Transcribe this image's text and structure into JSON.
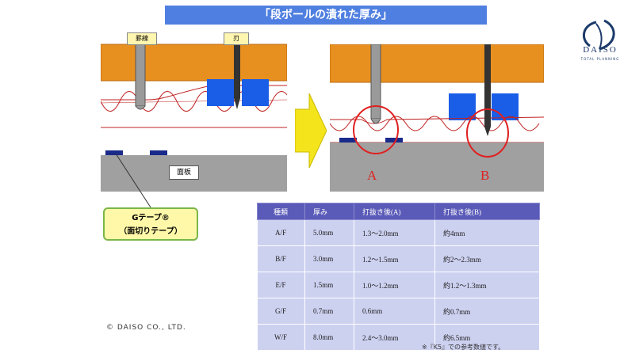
{
  "title": "「段ボールの潰れた厚み」",
  "logo": {
    "text": "DAISO",
    "sub": "TOTAL PLANNING"
  },
  "left_diagram": {
    "label_keisen": "罫線",
    "label_blade": "刃",
    "label_plate": "面板"
  },
  "right_diagram": {
    "label_a": "A",
    "label_b": "B"
  },
  "gtape": {
    "line1": "Gテープ®",
    "line2": "（面切りテープ）"
  },
  "copyright": "© DAISO CO., LTD.",
  "table": {
    "headers": [
      "種類",
      "厚み",
      "打抜き後(A)",
      "打抜き後(B)"
    ],
    "rows": [
      [
        "A/F",
        "5.0mm",
        "1.3〜2.0mm",
        "約4mm"
      ],
      [
        "B/F",
        "3.0mm",
        "1.2〜1.5mm",
        "約2〜2.3mm"
      ],
      [
        "E/F",
        "1.5mm",
        "1.0〜1.2mm",
        "約1.2〜1.3mm"
      ],
      [
        "G/F",
        "0.7mm",
        "0.6mm",
        "約0.7mm"
      ],
      [
        "W/F",
        "8.0mm",
        "2.4〜3.0mm",
        "約6.5mm"
      ]
    ]
  },
  "note": "※『K5』での参考数値です。",
  "colors": {
    "title_bg": "#4f7fe0",
    "header_bg": "#5a5ab8",
    "cell_bg": "#cdd1f0",
    "board_orange": "#e8901f",
    "arrow_yellow": "#f4e41c"
  }
}
